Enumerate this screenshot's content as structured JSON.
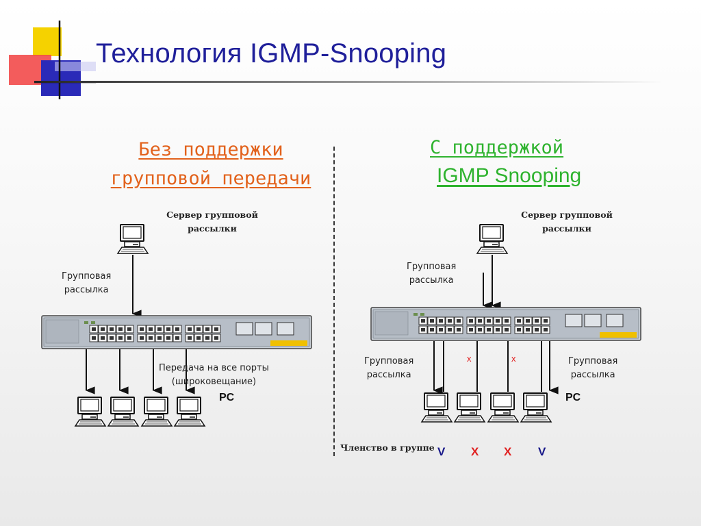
{
  "title": "Технология IGMP-Snooping",
  "left": {
    "heading_line1": "Без поддержки",
    "heading_line2": "групповой  передачи",
    "server_label_line1": "Сервер групповой",
    "server_label_line2": "рассылки",
    "multicast_label_line1": "Групповая",
    "multicast_label_line2": "рассылка",
    "broadcast_label_line1": "Передача на все порты",
    "broadcast_label_line2": "(широковещание)",
    "pc_label": "PC"
  },
  "right": {
    "heading_line1": "С поддержкой ",
    "heading_line2": "IGMP Snooping",
    "server_label_line1": "Сервер групповой",
    "server_label_line2": "рассылки",
    "multicast_label_line1": "Групповая",
    "multicast_label_line2": "рассылка",
    "left_out_label_line1": "Групповая",
    "left_out_label_line2": "рассылка",
    "right_out_label_line1": "Групповая",
    "right_out_label_line2": "рассылка",
    "pc_label": "PC",
    "blocked_port_marks": [
      "x",
      "x"
    ],
    "membership_label": "Членство в группе",
    "membership": [
      "V",
      "X",
      "X",
      "V"
    ]
  },
  "colors": {
    "title": "#1f1f9a",
    "left_heading": "#e2621c",
    "right_heading": "#2fb32f",
    "member_yes": "#1a1a8a",
    "member_no": "#e02020"
  },
  "icons": [
    "server-computer-icon",
    "network-switch-icon",
    "pc-icon",
    "arrow-down-icon"
  ]
}
